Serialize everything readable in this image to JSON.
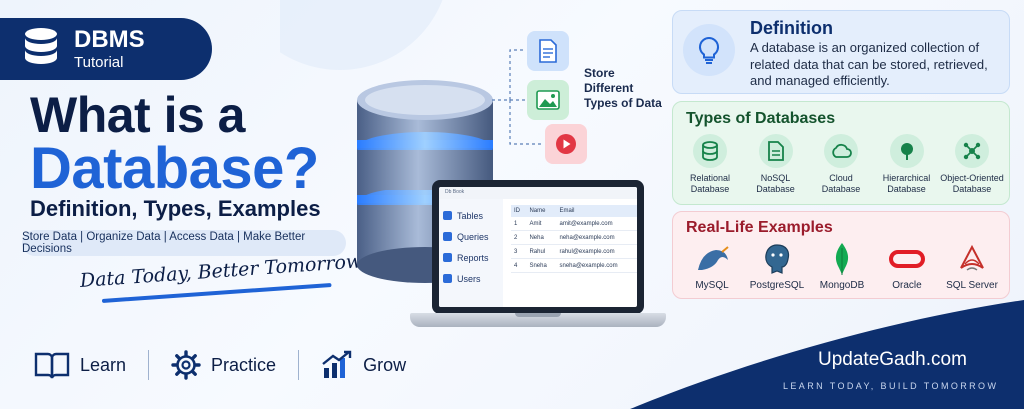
{
  "badge": {
    "title": "DBMS",
    "subtitle": "Tutorial"
  },
  "headline": {
    "line1": "What is a",
    "line2": "Database?",
    "line3": "Definition, Types, Examples"
  },
  "tagline": "Store Data | Organize Data | Access Data | Make Better Decisions",
  "slogan": "Data Today, Better Tomorrow",
  "bottom_items": [
    {
      "label": "Learn",
      "icon": "book-icon"
    },
    {
      "label": "Practice",
      "icon": "gear-icon"
    },
    {
      "label": "Grow",
      "icon": "growth-chart-icon"
    }
  ],
  "store_text": [
    "Store",
    "Different",
    "Types of Data"
  ],
  "laptop": {
    "app_title": "Db Book",
    "sidebar": [
      "Tables",
      "Queries",
      "Reports",
      "Users"
    ],
    "table": {
      "headers": [
        "ID",
        "Name",
        "Email"
      ],
      "rows": [
        [
          "1",
          "Amit",
          "amit@example.com"
        ],
        [
          "2",
          "Neha",
          "neha@example.com"
        ],
        [
          "3",
          "Rahul",
          "rahul@example.com"
        ],
        [
          "4",
          "Sneha",
          "sneha@example.com"
        ]
      ]
    }
  },
  "definition": {
    "title": "Definition",
    "text": "A database is an organized collection of related data that can be stored, retrieved, and managed efficiently."
  },
  "types": {
    "title": "Types of Databases",
    "items": [
      {
        "line1": "Relational",
        "line2": "Database",
        "icon": "database-icon"
      },
      {
        "line1": "NoSQL",
        "line2": "Database",
        "icon": "document-icon"
      },
      {
        "line1": "Cloud",
        "line2": "Database",
        "icon": "cloud-icon"
      },
      {
        "line1": "Hierarchical",
        "line2": "Database",
        "icon": "tree-icon"
      },
      {
        "line1": "Object-Oriented",
        "line2": "Database",
        "icon": "network-icon"
      }
    ]
  },
  "examples": {
    "title": "Real-Life Examples",
    "items": [
      {
        "label": "MySQL",
        "icon": "mysql-logo"
      },
      {
        "label": "PostgreSQL",
        "icon": "postgresql-logo"
      },
      {
        "label": "MongoDB",
        "icon": "mongodb-logo"
      },
      {
        "label": "Oracle",
        "icon": "oracle-logo"
      },
      {
        "label": "SQL Server",
        "icon": "sqlserver-logo"
      }
    ]
  },
  "brand": {
    "name": "UpdateGadh.com",
    "tagline": "LEARN TODAY, BUILD TOMORROW"
  },
  "colors": {
    "navy": "#0d2f6e",
    "blue": "#1f63d6",
    "green": "#14532d",
    "red": "#9b1c2c"
  }
}
